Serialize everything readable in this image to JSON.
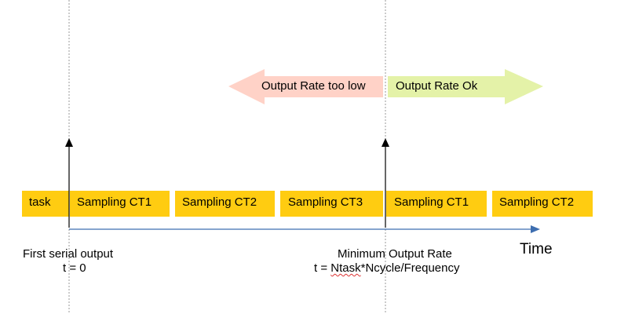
{
  "arrows": {
    "too_low_label": "Output Rate too low",
    "ok_label": "Output Rate Ok"
  },
  "timeline": {
    "segments": [
      "task",
      "Sampling CT1",
      "Sampling CT2",
      "Sampling CT3",
      "Sampling CT1",
      "Sampling CT2"
    ],
    "time_label": "Time"
  },
  "annotations": {
    "first_output_title": "First serial output",
    "first_output_formula": "t = 0",
    "min_rate_title": "Minimum Output Rate",
    "min_rate_formula_prefix": "t = ",
    "min_rate_formula_squiggle": "Ntask",
    "min_rate_formula_suffix": "*Ncycle/Frequency"
  },
  "colors": {
    "segment_fill": "#ffcc11",
    "arrow_low_fill": "#ffd2c7",
    "arrow_ok_fill": "#e4f2a8",
    "timeline_arrow": "#3e6eb0",
    "dashed_line": "#9a9a9a"
  }
}
